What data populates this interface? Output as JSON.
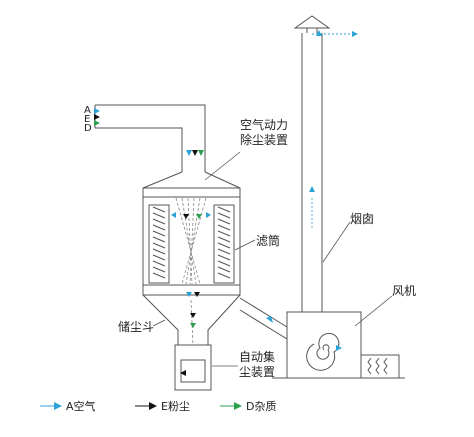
{
  "labels": {
    "air_dust_device": [
      "空气动力",
      "除尘装置"
    ],
    "chimney": "烟囱",
    "filter_tube": "滤筒",
    "fan": "风机",
    "dust_hopper": "储尘斗",
    "auto_collector": [
      "自动集",
      "尘装置"
    ]
  },
  "inlet_letters": [
    "A",
    "E",
    "D"
  ],
  "legend": [
    {
      "label": "A空气",
      "color": "#2ba3d6"
    },
    {
      "label": "E粉尘",
      "color": "#111111"
    },
    {
      "label": "D杂质",
      "color": "#2e9e4f"
    }
  ],
  "colors": {
    "line": "#555555",
    "air": "#2ba3d6",
    "dust": "#111111",
    "impurity": "#2e9e4f"
  }
}
